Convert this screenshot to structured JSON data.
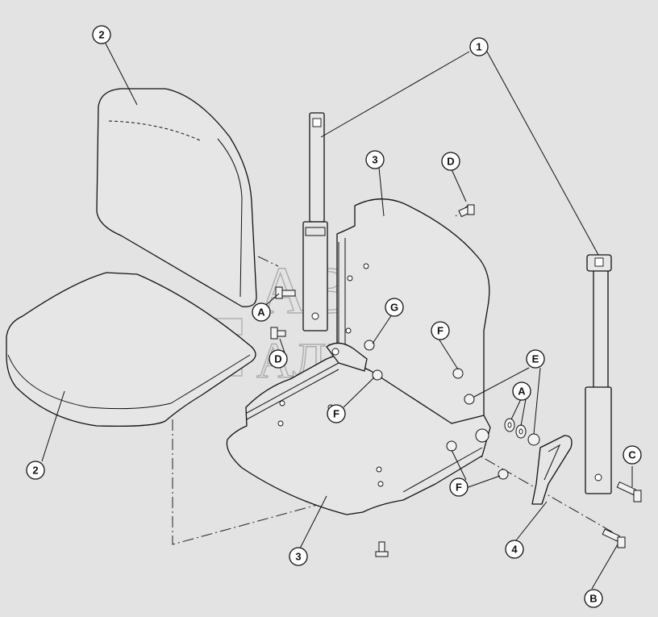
{
  "watermark": {
    "line1": "АВТО",
    "line2": "АЛЬЯНС"
  },
  "callouts": [
    {
      "id": "c-1",
      "label": "1"
    },
    {
      "id": "c-2-top",
      "label": "2"
    },
    {
      "id": "c-2-bottom",
      "label": "2"
    },
    {
      "id": "c-3-top",
      "label": "3"
    },
    {
      "id": "c-3-bottom",
      "label": "3"
    },
    {
      "id": "c-4",
      "label": "4"
    },
    {
      "id": "c-A-left",
      "label": "A"
    },
    {
      "id": "c-A-right",
      "label": "A"
    },
    {
      "id": "c-B",
      "label": "B"
    },
    {
      "id": "c-C",
      "label": "C"
    },
    {
      "id": "c-D-top",
      "label": "D"
    },
    {
      "id": "c-D-left",
      "label": "D"
    },
    {
      "id": "c-E",
      "label": "E"
    },
    {
      "id": "c-F-top",
      "label": "F"
    },
    {
      "id": "c-F-mid",
      "label": "F"
    },
    {
      "id": "c-F-bottom",
      "label": "F"
    },
    {
      "id": "c-G",
      "label": "G"
    }
  ]
}
